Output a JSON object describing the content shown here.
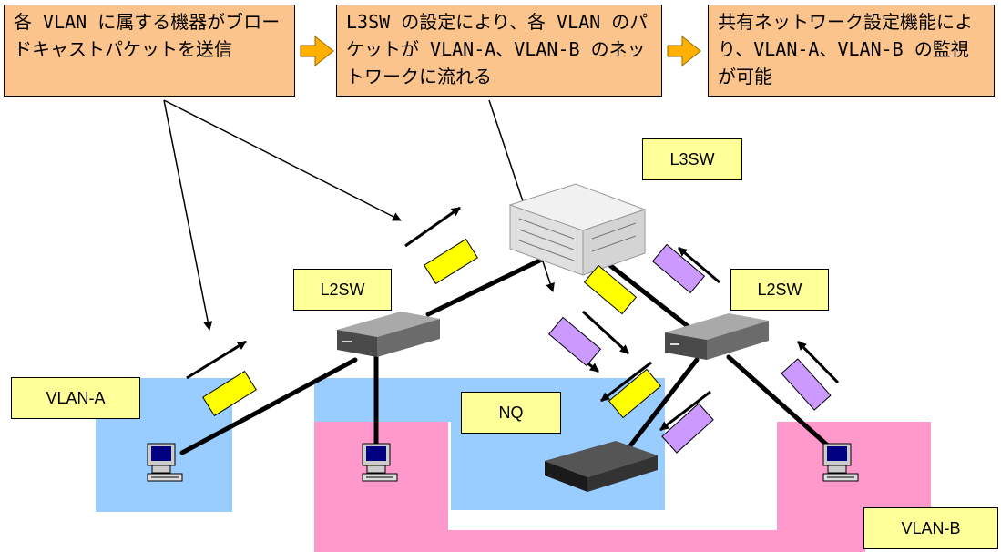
{
  "steps": [
    "各 VLAN に属する機器がブロードキャストパケットを送信",
    "L3SW の設定により、各 VLAN のパケットが VLAN-A、VLAN-B のネットワークに流れる",
    "共有ネットワーク設定機能により、VLAN-A、VLAN-B の監視が可能"
  ],
  "labels": {
    "l3sw": "L3SW",
    "l2sw_left": "L2SW",
    "l2sw_right": "L2SW",
    "vlan_a": "VLAN-A",
    "vlan_b": "VLAN-B",
    "nq": "NQ"
  },
  "colors": {
    "step_fill": "#fbc48c",
    "flow_arrow": "#ffb000",
    "vlan_a_zone": "#99ccff",
    "vlan_b_zone": "#ff99cc",
    "label_fill": "#ffff99",
    "packet_vlan_a": "#ffff00",
    "packet_vlan_b": "#cc99ff"
  },
  "icons": {
    "l3sw": "l3-switch-icon",
    "l2sw": "l2-switch-icon",
    "pc": "pc-icon",
    "nq": "nq-appliance-icon",
    "packet": "packet-icon"
  }
}
